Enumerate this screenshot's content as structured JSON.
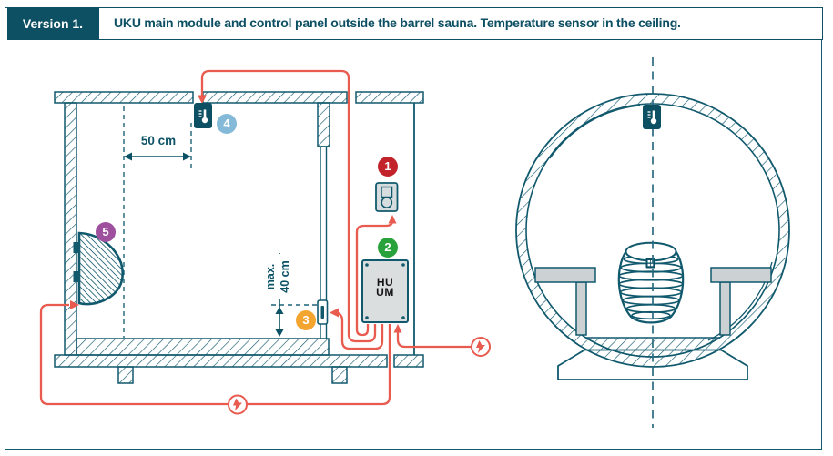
{
  "header": {
    "version": "Version 1.",
    "title": "UKU main module and control panel outside the barrel sauna. Temperature sensor in the ceiling."
  },
  "dimensions": {
    "sensor_to_heater": "50 cm",
    "pass_through_max_line1": "max.",
    "pass_through_max_line2": "40 cm"
  },
  "module_logo": {
    "line1": "HU",
    "line2": "UM"
  },
  "markers": [
    {
      "value": "1",
      "color": "#c2232b"
    },
    {
      "value": "2",
      "color": "#2aa23b"
    },
    {
      "value": "3",
      "color": "#f4a52f"
    },
    {
      "value": "4",
      "color": "#84bad7"
    },
    {
      "value": "5",
      "color": "#9e4f9e"
    }
  ],
  "icons": {
    "sensor": "thermometer-icon",
    "power": "lightning-bolt-icon"
  },
  "colors": {
    "outline_teal": "#11596d",
    "header_teal": "#0d5064",
    "cable_red": "#e85b4e",
    "panel_gray": "#d7dcde",
    "bench_gray": "#ccd2d3"
  }
}
